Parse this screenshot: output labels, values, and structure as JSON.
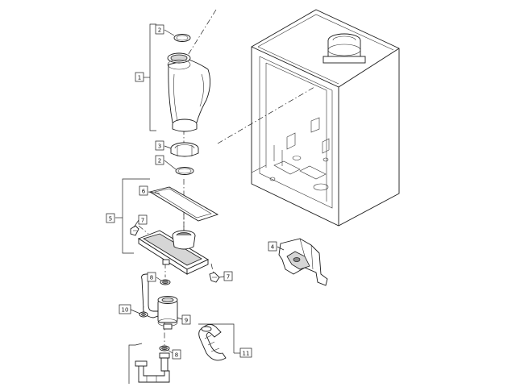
{
  "callouts": {
    "c1": "1",
    "c2a": "2",
    "c3": "3",
    "c2b": "2",
    "c6": "6",
    "c5": "5",
    "c7a": "7",
    "c7b": "7",
    "c8a": "8",
    "c10": "10",
    "c9": "9",
    "c8b": "8",
    "c11": "11",
    "c4": "4"
  },
  "colors": {
    "line": "#1a1a1a",
    "shade": "#d6d6d6",
    "background": "#ffffff"
  }
}
